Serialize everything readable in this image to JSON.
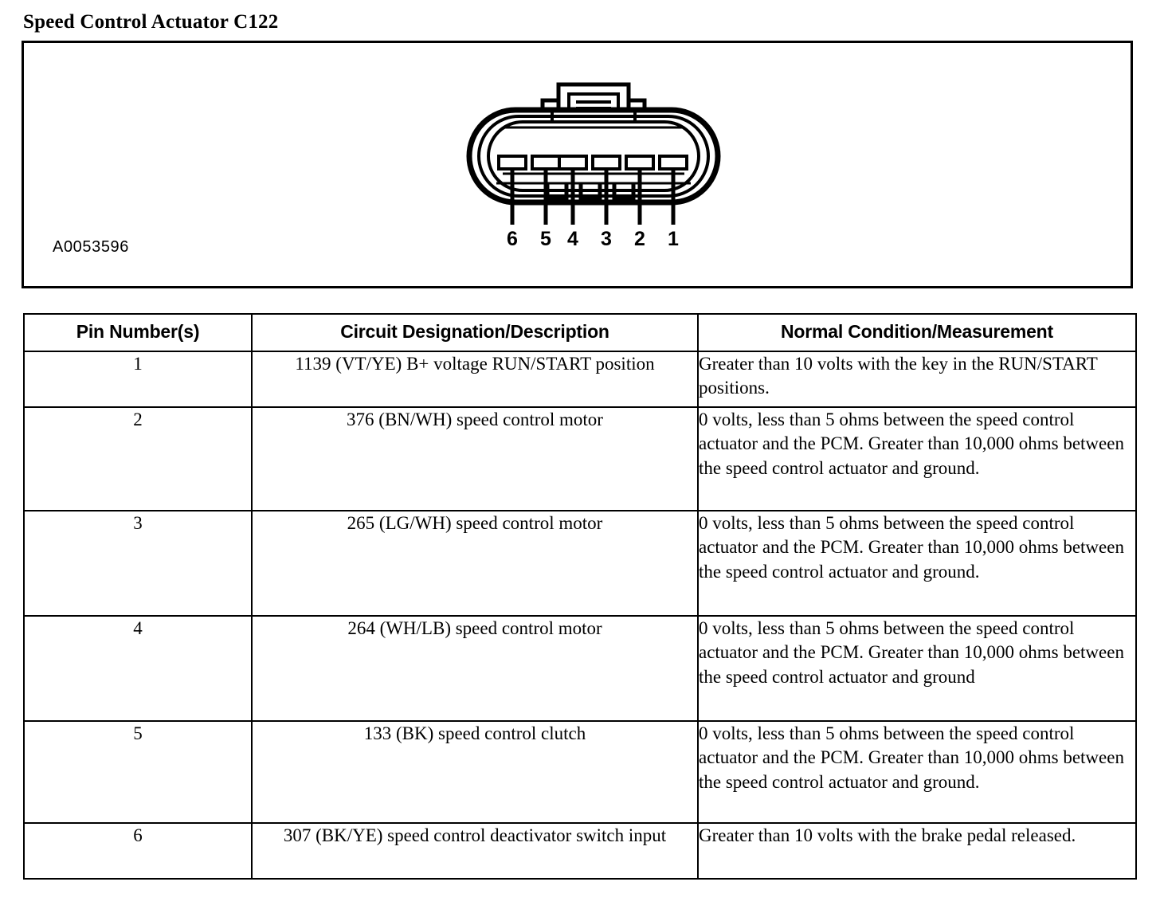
{
  "page_title": "Speed Control Actuator C122",
  "diagram": {
    "part_label": "A0053596",
    "connector_type": "6-pin automotive connector, terminal face view",
    "pin_labels": [
      "6",
      "5",
      "4",
      "3",
      "2",
      "1"
    ]
  },
  "table": {
    "headers": {
      "pin": "Pin Number(s)",
      "circuit": "Circuit Designation/Description",
      "condition": "Normal Condition/Measurement"
    },
    "rows": [
      {
        "pin": "1",
        "circuit": "1139 (VT/YE) B+ voltage RUN/START position",
        "condition": "Greater than 10 volts with the key in the RUN/START positions."
      },
      {
        "pin": "2",
        "circuit": "376 (BN/WH) speed control motor",
        "condition": "0 volts, less than 5 ohms between the speed control actuator and the PCM. Greater than 10,000 ohms between the speed control actuator and ground."
      },
      {
        "pin": "3",
        "circuit": "265 (LG/WH) speed control motor",
        "condition": "0 volts, less than 5 ohms between the speed control actuator and the PCM. Greater than 10,000 ohms between the speed control actuator and ground."
      },
      {
        "pin": "4",
        "circuit": "264 (WH/LB) speed control motor",
        "condition": "0 volts, less than 5 ohms between the speed control actuator and the PCM. Greater than 10,000 ohms between the speed control actuator and ground"
      },
      {
        "pin": "5",
        "circuit": "133 (BK) speed control clutch",
        "condition": "0 volts, less than 5 ohms between the speed control actuator and the PCM. Greater than 10,000 ohms between the speed control actuator and ground."
      },
      {
        "pin": "6",
        "circuit": "307 (BK/YE) speed control deactivator switch input",
        "condition": "Greater than 10 volts with the brake pedal released."
      }
    ]
  }
}
